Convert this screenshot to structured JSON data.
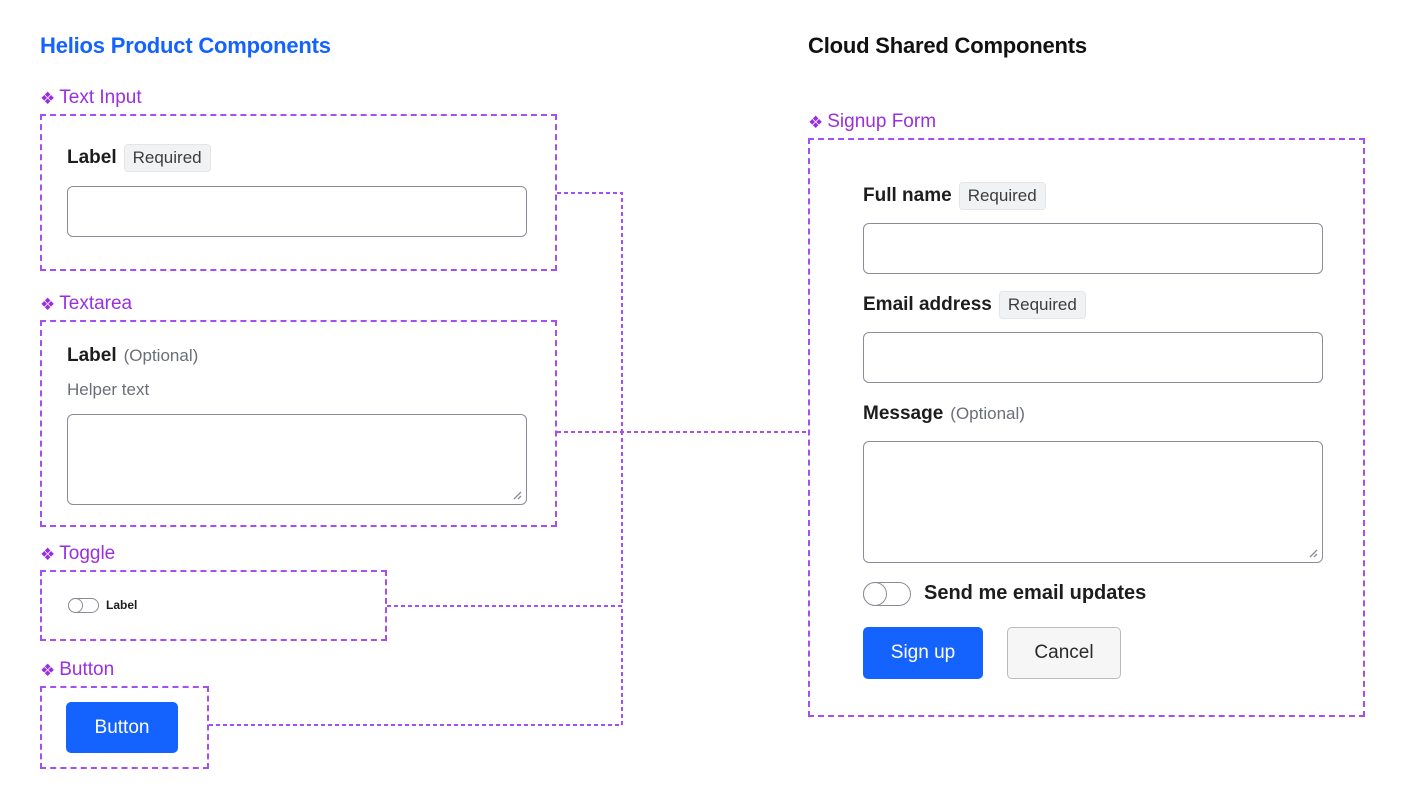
{
  "headings": {
    "left": "Helios Product Components",
    "right": "Cloud Shared Components"
  },
  "icons": {
    "component": "component-diamond-icon",
    "resize": "resize-grip-icon"
  },
  "colors": {
    "accent_blue": "#1563ff",
    "dashed_purple": "#a54ff0",
    "component_label_purple": "#9a2fe0"
  },
  "helios": {
    "text_input": {
      "component_name": "Text Input",
      "label": "Label",
      "badge": "Required",
      "value": ""
    },
    "textarea": {
      "component_name": "Textarea",
      "label": "Label",
      "optional": "(Optional)",
      "helper": "Helper text",
      "value": ""
    },
    "toggle": {
      "component_name": "Toggle",
      "label": "Label",
      "checked": false
    },
    "button": {
      "component_name": "Button",
      "label": "Button"
    }
  },
  "cloud": {
    "signup_form": {
      "component_name": "Signup Form",
      "full_name": {
        "label": "Full name",
        "badge": "Required",
        "value": ""
      },
      "email": {
        "label": "Email address",
        "badge": "Required",
        "value": ""
      },
      "message": {
        "label": "Message",
        "optional": "(Optional)",
        "value": ""
      },
      "updates_toggle": {
        "label": "Send me email updates",
        "checked": false
      },
      "submit_label": "Sign up",
      "cancel_label": "Cancel"
    }
  }
}
